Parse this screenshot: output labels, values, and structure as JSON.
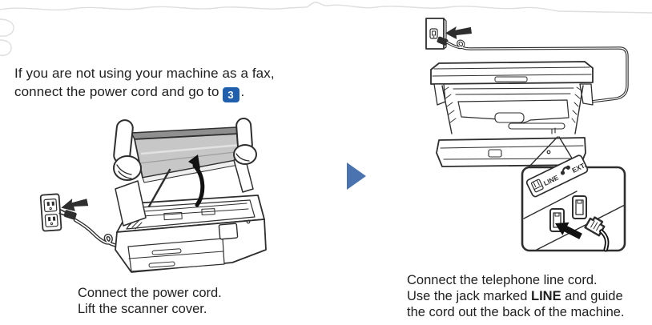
{
  "colors": {
    "text": "#1f1f1f",
    "step_badge_bg": "#1f5fad",
    "step_badge_text": "#ffffff",
    "flow_arrow_blue": "#4a73b0",
    "line_art": "#2e2e2e"
  },
  "intro": {
    "line1": "If you are not using your machine as a fax,",
    "line2_before_badge": "connect the power cord and go to",
    "step_badge": "3",
    "line2_after_badge": "."
  },
  "left_figure": {
    "caption_line1": "Connect the power cord.",
    "caption_line2": "Lift the scanner cover."
  },
  "right_figure": {
    "caption_line1": "Connect the telephone line cord.",
    "caption_line2_part1": "Use the jack marked ",
    "caption_line2_bold": "LINE",
    "caption_line2_part2": " and guide",
    "caption_line3": "the cord out the back of the machine.",
    "jack_label_ext": "EXT.",
    "jack_label_line": "LINE"
  }
}
